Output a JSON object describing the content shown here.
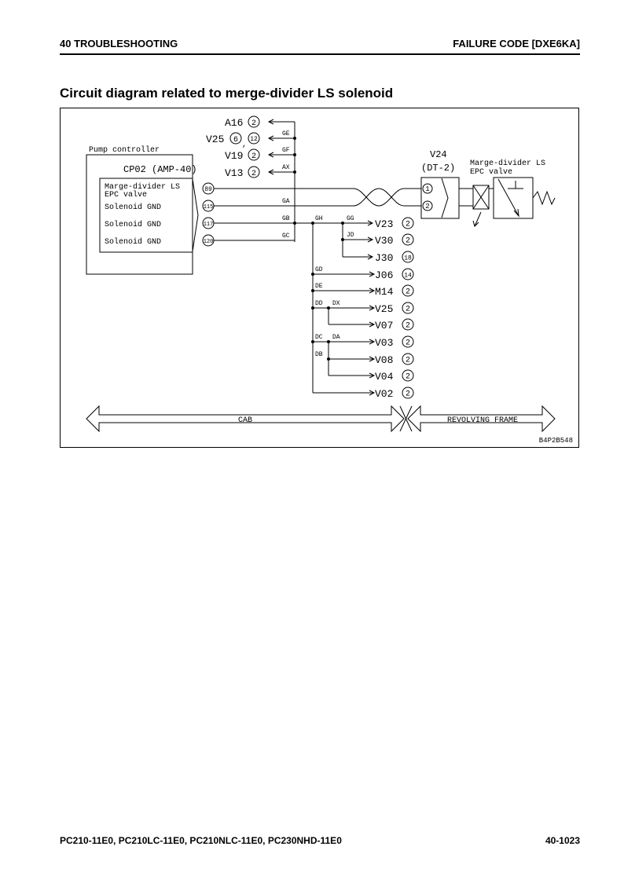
{
  "header": {
    "section": "40 TROUBLESHOOTING",
    "failure_code": "FAILURE CODE [DXE6KA]"
  },
  "diagram": {
    "title": "Circuit diagram related to merge-divider LS solenoid",
    "controller": {
      "label": "Pump controller",
      "connector": "CP02 (AMP-40)",
      "pins": [
        {
          "label": "Marge-divider LS",
          "label2": "EPC valve",
          "pin": "89"
        },
        {
          "label": "Solenoid GND",
          "pin": "115"
        },
        {
          "label": "Solenoid GND",
          "pin": "117"
        },
        {
          "label": "Solenoid GND",
          "pin": "120"
        }
      ]
    },
    "top_targets": [
      {
        "connector": "A16",
        "pins": [
          "2"
        ],
        "wire": ""
      },
      {
        "connector": "V25",
        "pins": [
          "6",
          "12"
        ],
        "wire": "GE"
      },
      {
        "connector": "V19",
        "pins": [
          "2"
        ],
        "wire": "GF"
      },
      {
        "connector": "V13",
        "pins": [
          "2"
        ],
        "wire": "AX"
      }
    ],
    "wires": {
      "ga": "GA",
      "gb": "GB",
      "gc": "GC",
      "gh": "GH",
      "gg": "GG",
      "jd": "JD",
      "gd": "GD",
      "de": "DE",
      "dd": "DD",
      "dx": "DX",
      "dc": "DC",
      "da": "DA",
      "db": "DB"
    },
    "right_targets": [
      {
        "connector": "V23",
        "pin": "2"
      },
      {
        "connector": "V30",
        "pin": "2"
      },
      {
        "connector": "J30",
        "pin": "18"
      },
      {
        "connector": "J06",
        "pin": "14"
      },
      {
        "connector": "M14",
        "pin": "2"
      },
      {
        "connector": "V25",
        "pin": "2"
      },
      {
        "connector": "V07",
        "pin": "2"
      },
      {
        "connector": "V03",
        "pin": "2"
      },
      {
        "connector": "V08",
        "pin": "2"
      },
      {
        "connector": "V04",
        "pin": "2"
      },
      {
        "connector": "V02",
        "pin": "2"
      }
    ],
    "valve_connector": {
      "name": "V24",
      "type": "(DT-2)",
      "pins": [
        "1",
        "2"
      ]
    },
    "valve_label": {
      "line1": "Marge-divider LS",
      "line2": "EPC valve"
    },
    "zones": {
      "left": "CAB",
      "right": "REVOLVING FRAME"
    },
    "figure_id": "B4P2B548"
  },
  "footer": {
    "models": "PC210-11E0, PC210LC-11E0, PC210NLC-11E0, PC230NHD-11E0",
    "page": "40-1023"
  }
}
